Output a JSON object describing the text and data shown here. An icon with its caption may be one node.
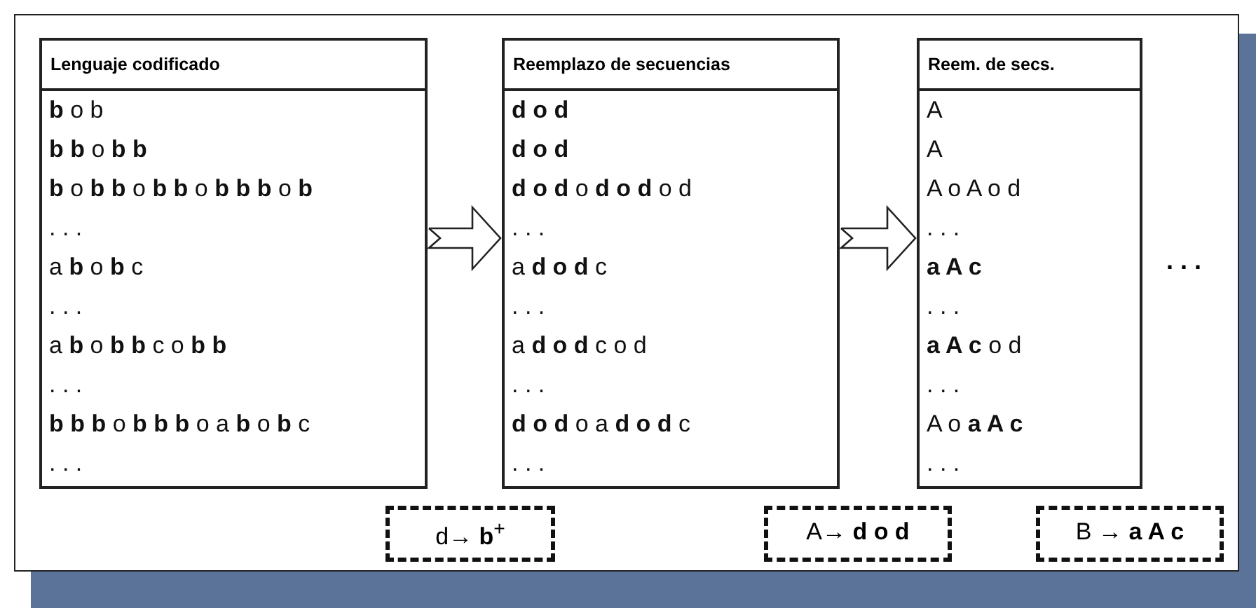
{
  "diagram": {
    "nodes": [
      {
        "text": [
          "Lenguaje codificado",
          "**b** o b",
          "**b b** o **b b**",
          "**b** o **b b** o **b b** o **b b b** o **b**",
          ". . .",
          "a **b** o **b** c",
          ". . .",
          "a **b** o **b b** c o **b b**",
          ". . .",
          "**b b b** o **b b b** o a **b** o **b** c",
          ". . ."
        ]
      },
      {
        "text": [
          "Reemplazo de secuencias",
          "**d o d**",
          "**d o d**",
          "**d o d** o **d o d** o d",
          ". . .",
          "a **d o d** c",
          ". . .",
          "a **d o d** c o d",
          ". . .",
          "**d o d** o a **d o d** c",
          ". . ."
        ]
      },
      {
        "text": [
          "Reem. de secs.",
          "A",
          "A",
          "A o A o d",
          ". . .",
          "**a A c**",
          ". . .",
          "**a A c** o d",
          ". . .",
          "A o **a A c**",
          ". . ."
        ]
      },
      {
        "text": [
          "d→ **b**$^{+}$"
        ]
      },
      {
        "text": [
          "A→ **d o d**"
        ]
      },
      {
        "text": [
          "B → **a A c**"
        ]
      }
    ],
    "edges": [
      {
        "from": 0,
        "to": 1,
        "arrow": "to"
      },
      {
        "from": 1,
        "to": 2,
        "arrow": "to"
      }
    ],
    "labels": [
      ". . ."
    ]
  }
}
